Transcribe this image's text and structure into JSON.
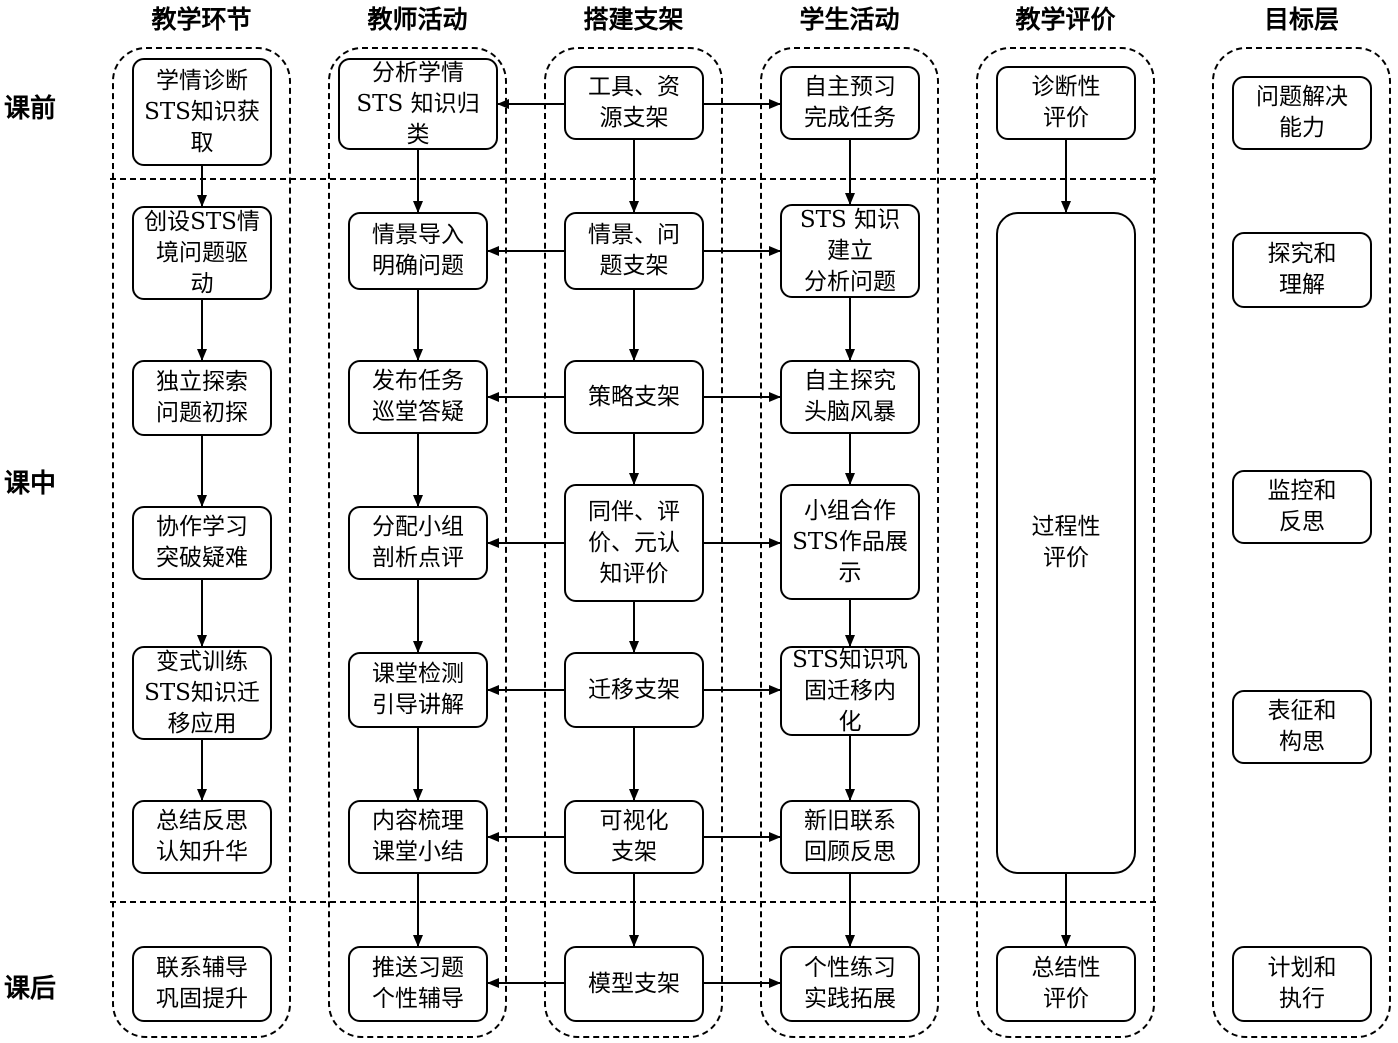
{
  "headers": {
    "stage": "教学环节",
    "teacher": "教师活动",
    "scaffold": "搭建支架",
    "student": "学生活动",
    "evaluation": "教学评价",
    "goal": "目标层"
  },
  "phases": {
    "before": "课前",
    "during": "课中",
    "after": "课后"
  },
  "stage": [
    "学情诊断\nSTS知识获\n取",
    "创设STS情\n境问题驱\n动",
    "独立探索\n问题初探",
    "协作学习\n突破疑难",
    "变式训练\nSTS知识迁\n移应用",
    "总结反思\n认知升华",
    "联系辅导\n巩固提升"
  ],
  "teacher": [
    "分析学情\nSTS 知识归\n类",
    "情景导入\n明确问题",
    "发布任务\n巡堂答疑",
    "分配小组\n剖析点评",
    "课堂检测\n引导讲解",
    "内容梳理\n课堂小结",
    "推送习题\n个性辅导"
  ],
  "scaffold": [
    "工具、资\n源支架",
    "情景、问\n题支架",
    "策略支架",
    "同伴、评\n价、元认\n知评价",
    "迁移支架",
    "可视化\n支架",
    "模型支架"
  ],
  "student": [
    "自主预习\n完成任务",
    "STS 知识\n建立\n分析问题",
    "自主探究\n头脑风暴",
    "小组合作\nSTS作品展\n示",
    "STS知识巩\n固迁移内\n化",
    "新旧联系\n回顾反思",
    "个性练习\n实践拓展"
  ],
  "evaluation": {
    "diagnostic": "诊断性\n评价",
    "process": "过程性\n评价",
    "summative": "总结性\n评价"
  },
  "goals": [
    "问题解决\n能力",
    "探究和\n理解",
    "监控和\n反思",
    "表征和\n构思",
    "计划和\n执行"
  ]
}
